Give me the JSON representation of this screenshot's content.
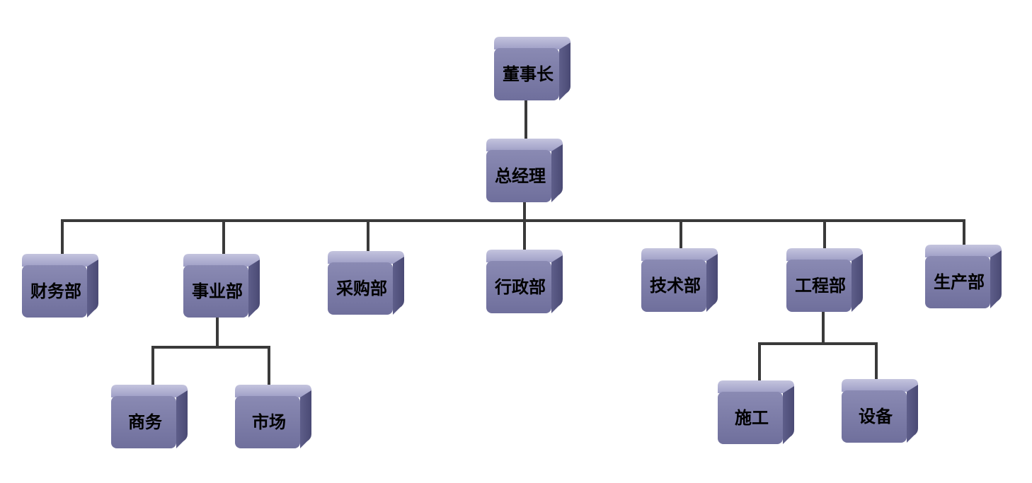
{
  "colors": {
    "box_face": "#7b7ba6",
    "box_top": "#aaaace",
    "box_side": "#5a5a85",
    "connector": "#3a3a3a",
    "label": "#000000"
  },
  "chart": {
    "root": {
      "id": "chairman",
      "label": "董事长"
    },
    "manager": {
      "id": "general-manager",
      "label": "总经理"
    },
    "departments": [
      {
        "id": "finance",
        "label": "财务部",
        "children": []
      },
      {
        "id": "business",
        "label": "事业部",
        "children": [
          {
            "id": "commerce",
            "label": "商务"
          },
          {
            "id": "market",
            "label": "市场"
          }
        ]
      },
      {
        "id": "procurement",
        "label": "采购部",
        "children": []
      },
      {
        "id": "administration",
        "label": "行政部",
        "children": []
      },
      {
        "id": "technology",
        "label": "技术部",
        "children": []
      },
      {
        "id": "engineering",
        "label": "工程部",
        "children": [
          {
            "id": "construction",
            "label": "施工"
          },
          {
            "id": "equipment",
            "label": "设备"
          }
        ]
      },
      {
        "id": "production",
        "label": "生产部",
        "children": []
      }
    ]
  }
}
